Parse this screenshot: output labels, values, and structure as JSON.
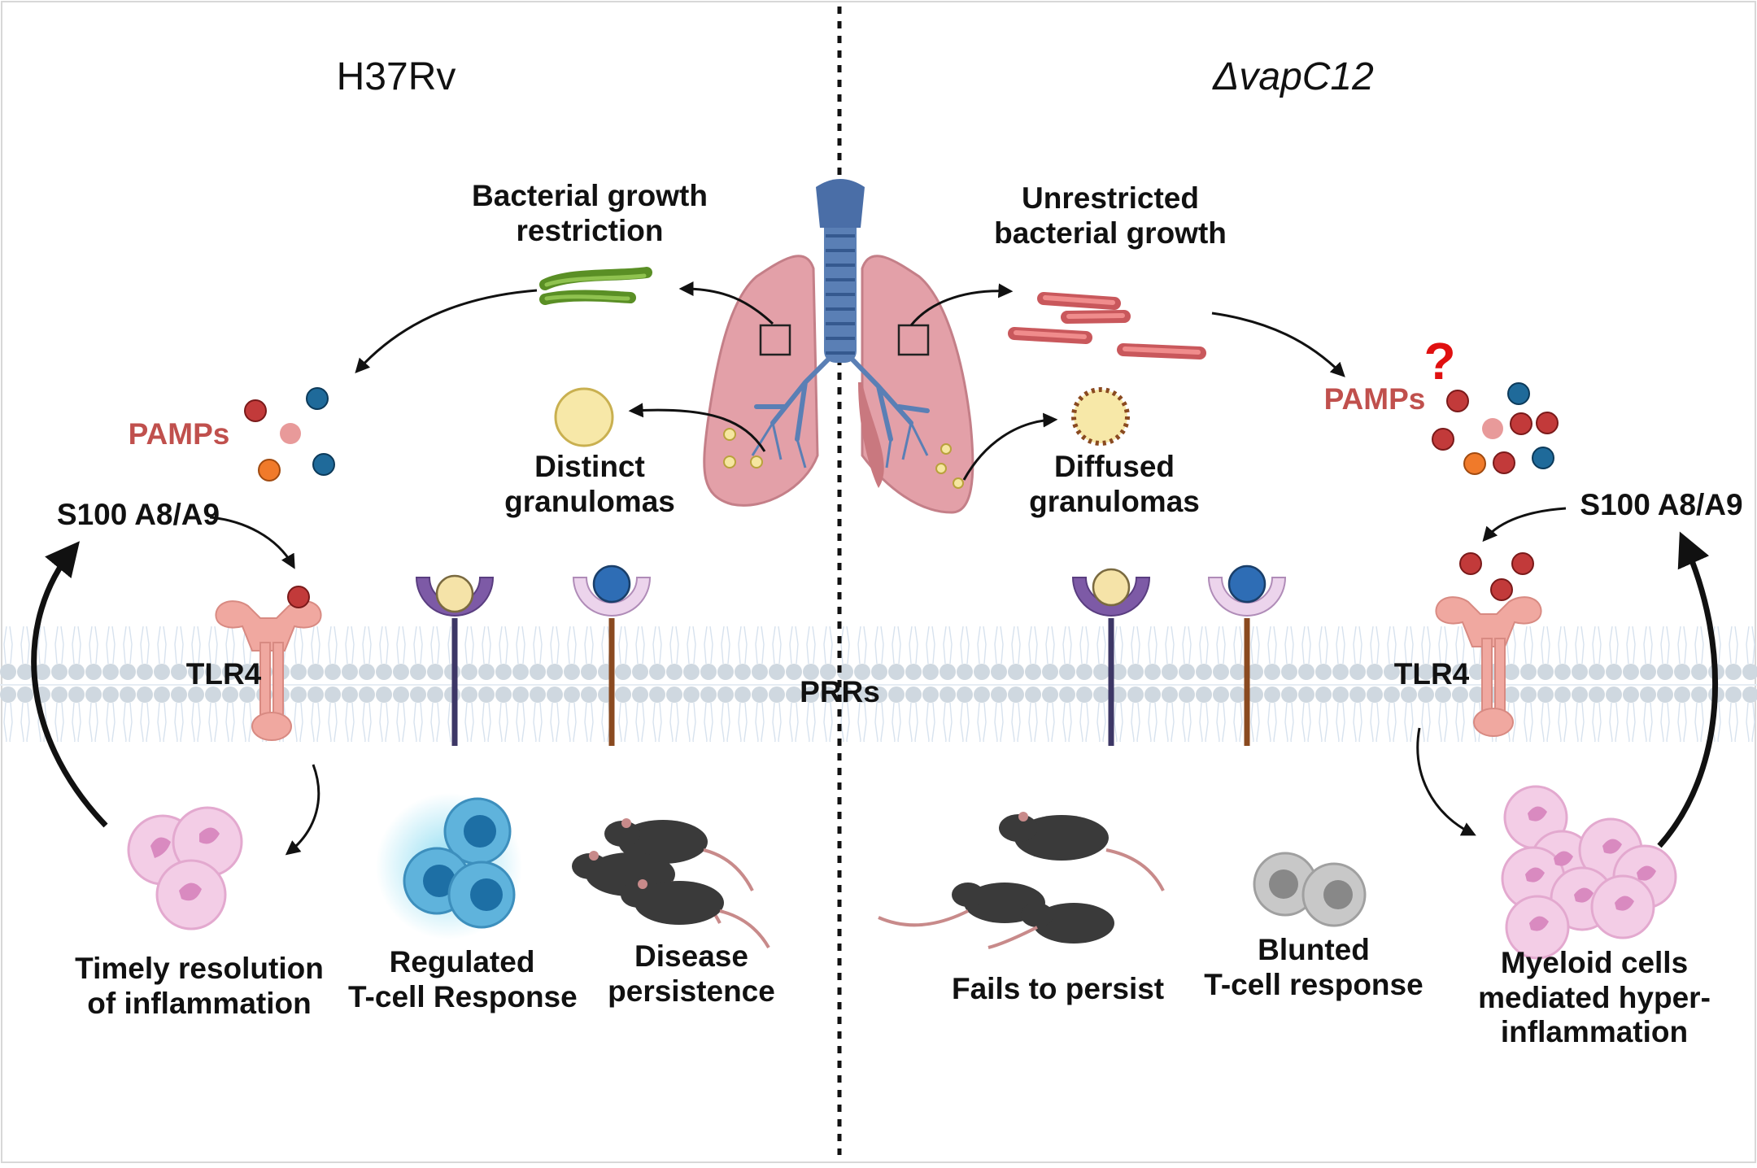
{
  "left": {
    "title": "H37Rv",
    "growth": [
      "Bacterial growth",
      "restriction"
    ],
    "granuloma": [
      "Distinct",
      "granulomas"
    ],
    "pamps": "PAMPs",
    "s100": "S100 A8/A9",
    "tlr4": "TLR4",
    "resolution": [
      "Timely resolution",
      "of inflammation"
    ],
    "tcell": [
      "Regulated",
      "T-cell Response"
    ],
    "persistence": [
      "Disease",
      "persistence"
    ]
  },
  "right": {
    "title": "ΔvapC12",
    "growth": [
      "Unrestricted",
      "bacterial growth"
    ],
    "granuloma": [
      "Diffused",
      "granulomas"
    ],
    "pamps": "PAMPs",
    "question": "?",
    "s100": "S100 A8/A9",
    "tlr4": "TLR4",
    "persist": "Fails to persist",
    "tcell": [
      "Blunted",
      "T-cell response"
    ],
    "myeloid": [
      "Myeloid cells",
      "mediated hyper-",
      "inflammation"
    ]
  },
  "center": {
    "prrs": "PRRs"
  },
  "colors": {
    "pamp_red": "#c0504d",
    "lung": "#e3a0a8",
    "trachea": "#5a7fb5",
    "membrane": "#c9d6e3",
    "tlr4": "#f0a8a0",
    "mouse": "#3a3a3a"
  }
}
